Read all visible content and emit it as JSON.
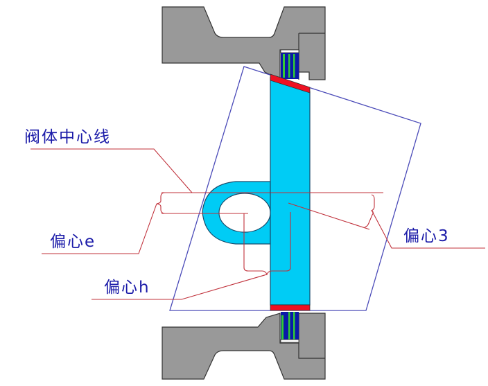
{
  "diagram": {
    "title": "Triple offset butterfly valve eccentricity diagram",
    "labels": {
      "body_centerline": "阀体中心线",
      "offset_e": "偏心e",
      "offset_h": "偏心h",
      "offset_3": "偏心3"
    },
    "colors": {
      "flange": "#999999",
      "flange_outline": "#333333",
      "disc": "#00ccf5",
      "seal_ring": "#ee1122",
      "packing_blue": "#0a1aa8",
      "packing_green": "#33cc33",
      "outline_blue": "#4a4ab8",
      "leader_red": "#c0303a",
      "label_blue": "#1a1aa8"
    },
    "components": [
      "upper-flange",
      "lower-flange",
      "valve-disc",
      "disc-shaft-boss",
      "upper-seal-ring",
      "lower-seal-ring",
      "upper-packing",
      "lower-packing",
      "seat-cone-outline"
    ]
  }
}
